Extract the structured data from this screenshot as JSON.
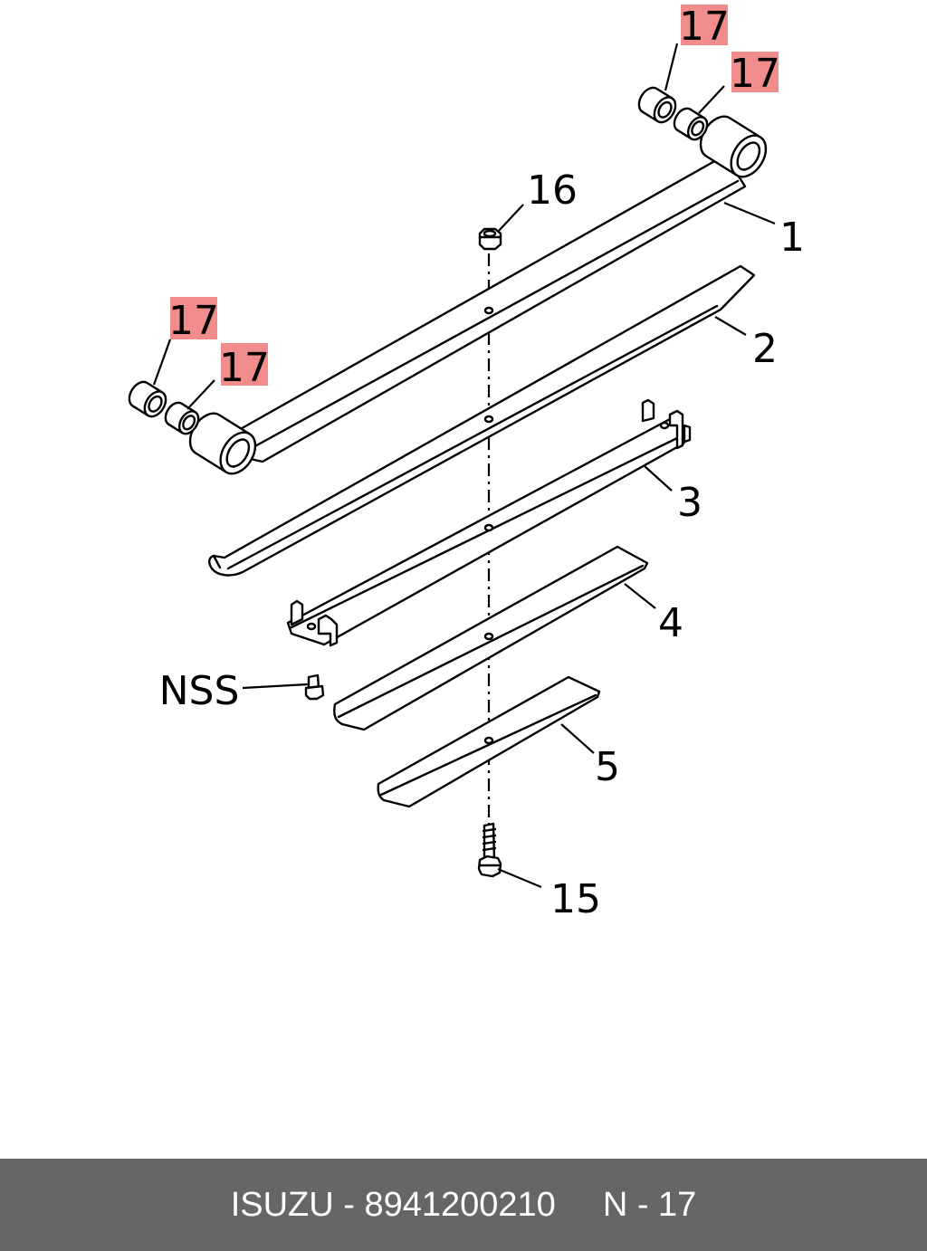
{
  "colors": {
    "highlight": "#F08C8C",
    "footer_bg": "#666666"
  },
  "callouts": [
    "17",
    "17",
    "17",
    "17",
    "16",
    "1",
    "2",
    "3",
    "4",
    "5",
    "NSS",
    "15"
  ],
  "footer": {
    "part": "ISUZU - 8941200210",
    "page": "N - 17"
  }
}
